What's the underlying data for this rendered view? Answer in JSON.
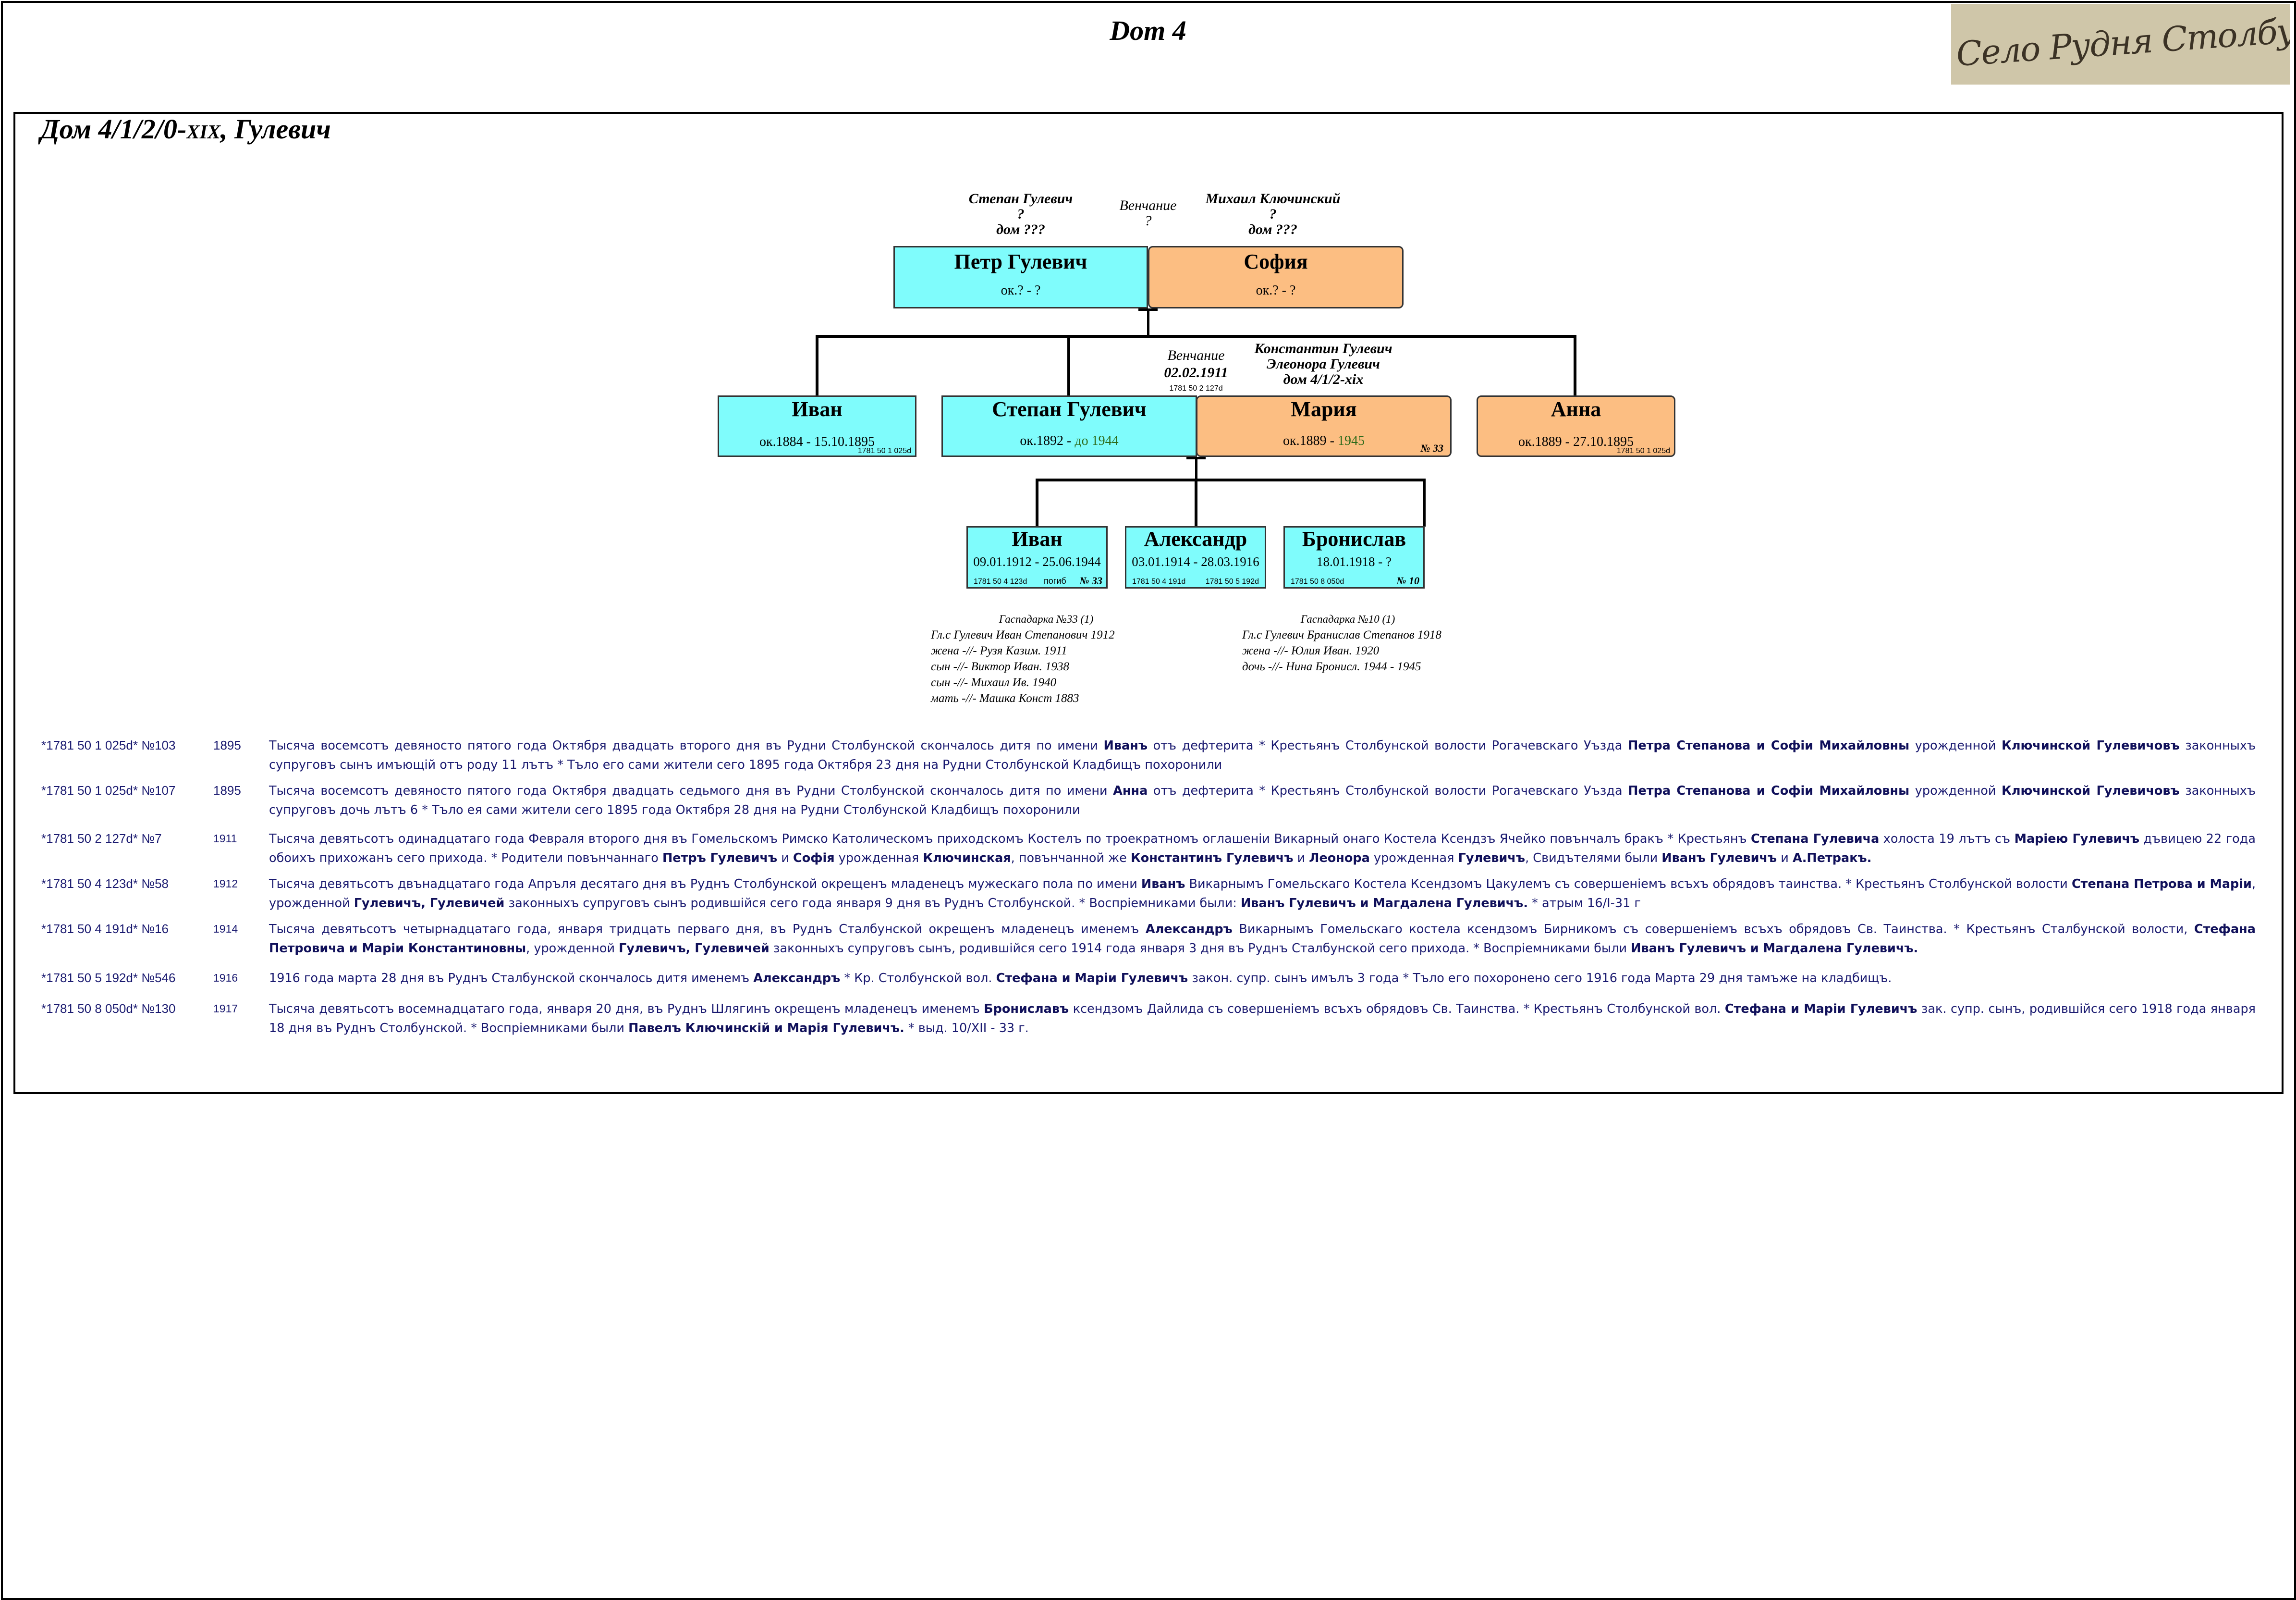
{
  "page_title": "Dom 4",
  "stamp_text": "Село Рудня Столбунска",
  "house_title": {
    "main": "Дом 4/1/2/0-",
    "sc": "xix",
    "family": ", Гулевич"
  },
  "tree": {
    "gen1_parents_left": [
      "Степан Гулевич",
      "?",
      "дом ???"
    ],
    "gen1_marriage": [
      "Венчание",
      "?"
    ],
    "gen1_parents_right": [
      "Михаил Ключинский",
      "?",
      "дом ???"
    ],
    "petr": {
      "name": "Петр Гулевич",
      "dates": "ок.? - ?"
    },
    "sofia": {
      "name": "София",
      "dates": "ок.? - ?"
    },
    "gen2_marriage": [
      "Венчание",
      "02.02.1911",
      "1781 50 2 127d"
    ],
    "gen2_parents_right": [
      "Константин Гулевич",
      "Элеонора Гулевич",
      "дом 4/1/2-xix"
    ],
    "ivan1": {
      "name": "Иван",
      "dates": "ок.1884 - 15.10.1895",
      "ref": "1781 50 1 025d"
    },
    "stepan": {
      "name": "Степан Гулевич",
      "dates_a": "ок.1892 - ",
      "dates_b": "до 1944"
    },
    "maria": {
      "name": "Мария",
      "dates_a": "ок.1889 - ",
      "dates_b": "1945",
      "num": "№ 33"
    },
    "anna": {
      "name": "Анна",
      "dates": "ок.1889 - 27.10.1895",
      "ref": "1781 50 1 025d"
    },
    "ivan2": {
      "name": "Иван",
      "dates": "09.01.1912 - 25.06.1944",
      "ref": "1781 50 4 123d",
      "extra": "погиб",
      "num": "№ 33"
    },
    "alexandr": {
      "name": "Александр",
      "dates": "03.01.1914 - 28.03.1916",
      "ref1": "1781 50 4 191d",
      "ref2": "1781 50 5 192d"
    },
    "bronislav": {
      "name": "Бронислав",
      "dates": "18.01.1918 - ?",
      "ref": "1781 50 8 050d",
      "num": "№ 10"
    }
  },
  "households": [
    {
      "title": "Гаспадарка №33 (1)",
      "lines": [
        "Гл.с Гулевич Иван Степанович 1912",
        "жена -//- Рузя Казим. 1911",
        "сын -//- Виктор Иван. 1938",
        "сын -//- Михаил Ив. 1940",
        "мать -//- Машка Конст 1883"
      ]
    },
    {
      "title": "Гаспадарка №10 (1)",
      "lines": [
        "Гл.с Гулевич Бранислав Степанов 1918",
        "жена -//- Юлия Иван. 1920",
        "дочь -//- Нина Бронисл. 1944 - 1945"
      ]
    }
  ],
  "records": [
    {
      "ref": "*1781 50 1 025d* №103",
      "year": "1895",
      "html": "Тысяча восемсотъ девяносто пятого года Октября двадцать второго дня въ Рудни Столбунской скончалось дитя по имени <b>Иванъ</b> отъ дефтерита * Крестьянъ Столбунской волости Рогачевскаго Уъзда <b>Петра Степанова и Софiи Михайловны</b> урожденной <b>Ключинской Гулевичовъ</b> законныхъ супруговъ сынъ имъющій отъ роду 11 лътъ * Тъло его сами жители сего 1895 года Октября 23 дня на Рудни Столбунской Кладбищъ похоронили"
    },
    {
      "ref": "*1781 50 1 025d* №107",
      "year": "1895",
      "html": "Тысяча восемсотъ девяносто пятого года Октября двадцать седьмого дня въ Рудни Столбунской скончалось дитя по имени <b>Анна</b> отъ дефтерита * Крестьянъ Столбунской волости Рогачевскаго Уъзда <b>Петра Степанова и Софiи Михайловны</b> урожденной <b>Ключинской Гулевичовъ</b> законныхъ супруговъ дочь лътъ 6 * Тъло ея сами жители сего 1895 года Октября 28 дня на Рудни Столбунской Кладбищъ похоронили"
    },
    {
      "ref": "*1781 50 2 127d* №7",
      "year": "1911",
      "html": "Тысяча девятьсотъ одинадцатаго года Февраля второго дня въ Гомельскомъ Римско Католическомъ приходскомъ Костелъ по троекратномъ оглашенiи Викарный онаго Костела Ксендзъ Ячейко повънчалъ бракъ * Крестьянъ <b>Степана Гулевича</b> холоста 19 лътъ съ <b>Марiею Гулевичъ</b> дъвицею 22 года обоихъ прихожанъ сего прихода. * Родители повънчаннаго <b>Петръ Гулевичъ</b> и <b>Софiя</b> урожденная <b>Ключинская</b>, повънчанной же <b>Константинъ Гулевичъ</b> и <b>Леонора</b> урожденная <b>Гулевичъ</b>, Свидътелями были <b>Иванъ Гулевичъ</b> и <b>А.Петракъ.</b>"
    },
    {
      "ref": "*1781 50 4 123d* №58",
      "year": "1912",
      "html": "Тысяча девятьсотъ двънадцатаго года Апръля десятаго дня въ Руднъ Столбунской окрещенъ младенецъ мужескаго пола по имени <b>Иванъ</b> Викарнымъ Гомельскаго Костела Ксендзомъ Цакулемъ съ совершенiемъ всъхъ обрядовъ таинства. * Крестьянъ Столбунской волости <b>Степана Петрова и Марiи</b>, урожденной <b>Гулевичъ, Гулевичей</b> законныхъ супруговъ сынъ родившiйся сего года января 9 дня въ Руднъ Столбунской. * Воспрiемниками были: <b>Иванъ Гулевичъ и Магдалена Гулевичъ.</b> * атрым 16/I-31 г"
    },
    {
      "ref": "*1781 50 4 191d* №16",
      "year": "1914",
      "html": "Тысяча девятьсотъ четырнадцатаго года, января тридцать перваго дня, въ Руднъ Сталбунской окрещенъ младенецъ именемъ <b>Александръ</b> Викарнымъ Гомельскаго костела ксендзомъ Бирникомъ съ совершенiемъ всъхъ обрядовъ Св. Таинства. * Крестьянъ Сталбунской волости, <b>Стефана Петровича и Марiи Константиновны</b>, урожденной <b>Гулевичъ, Гулевичей</b> законныхъ супруговъ сынъ, родившiйся сего 1914 года января 3 дня въ Руднъ Сталбунской сего прихода. * Воспрiемниками были <b>Иванъ Гулевичъ и Магдалена Гулевичъ.</b>"
    },
    {
      "ref": "*1781 50 5 192d* №546",
      "year": "1916",
      "html": "1916 года марта 28 дня въ Руднъ Сталбунской скончалось дитя именемъ <b>Александръ</b> * Кр. Столбунской вол. <b>Стефана и Марiи Гулевичъ</b> закон. супр. сынъ имълъ 3 года * Тъло его похоронено сего 1916 года Марта 29 дня тамъже на кладбищъ."
    },
    {
      "ref": "*1781 50 8 050d* №130",
      "year": "1917",
      "html": "Тысяча девятьсотъ восемнадцатаго года, января 20 дня, въ Руднъ Шлягинъ окрещенъ младенецъ именемъ <b>Брониславъ</b> ксендзомъ Дайлида съ совершенiемъ всъхъ обрядовъ Св. Таинства. * Крестьянъ Столбунской вол. <b>Стефана и Марiи Гулевичъ</b> зак. супр. сынъ, родившiйся сего 1918 года января 18 дня въ Руднъ Столбунской. * Воспрiемниками были <b>Павелъ Ключинскiй и Марiя Гулевичъ.</b> * выд. 10/XII - 33 г."
    }
  ]
}
